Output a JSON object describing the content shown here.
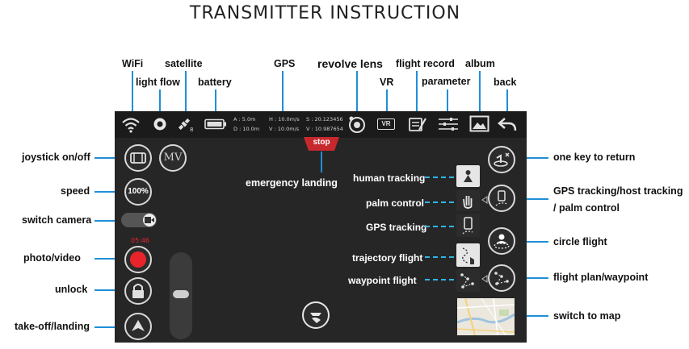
{
  "title": "TRANSMITTER INSTRUCTION",
  "top_labels": {
    "wifi": "WiFi",
    "light_flow": "light flow",
    "satellite": "satellite",
    "battery": "battery",
    "gps": "GPS",
    "revolve_lens": "revolve lens",
    "vr": "VR",
    "flight_record": "flight record",
    "parameter": "parameter",
    "album": "album",
    "back": "back"
  },
  "left_labels": {
    "joystick": "joystick on/off",
    "speed": "speed",
    "switch_camera": "switch camera",
    "photo_video": "photo/video",
    "unlock": "unlock",
    "takeoff": "take-off/landing"
  },
  "right_labels": {
    "one_key_return": "one key to return",
    "gps_tracking_host": "GPS tracking/host tracking",
    "palm_control_line": "/ palm control",
    "circle_flight": "circle flight",
    "flight_plan": "flight plan/waypoint",
    "switch_map": "switch to map"
  },
  "inner_labels": {
    "human_tracking": "human tracking",
    "palm_control": "palm control",
    "gps_tracking": "GPS tracking",
    "trajectory_flight": "trajectory flight",
    "waypoint_flight": "waypoint flight"
  },
  "emergency_label": "emergency landing",
  "stop_label": "stop",
  "mv_label": "MV",
  "speed_value": "100%",
  "timer": "05:46",
  "vr_icon_text": "VR",
  "satellite_count": "8",
  "telemetry": {
    "a": "A : 5.0m",
    "d": "D : 10.0m",
    "h": "H : 10.0m/s",
    "v": "V : 10.0m/s",
    "s": "S : 20.123456",
    "v2": "V : 10.987654"
  },
  "colors": {
    "accent_line": "#1f8fd8",
    "dashed_line": "#2fb7e8",
    "record_button": "#e8242a",
    "stop_badge": "#c7282d",
    "screen_bg": "#262626"
  }
}
